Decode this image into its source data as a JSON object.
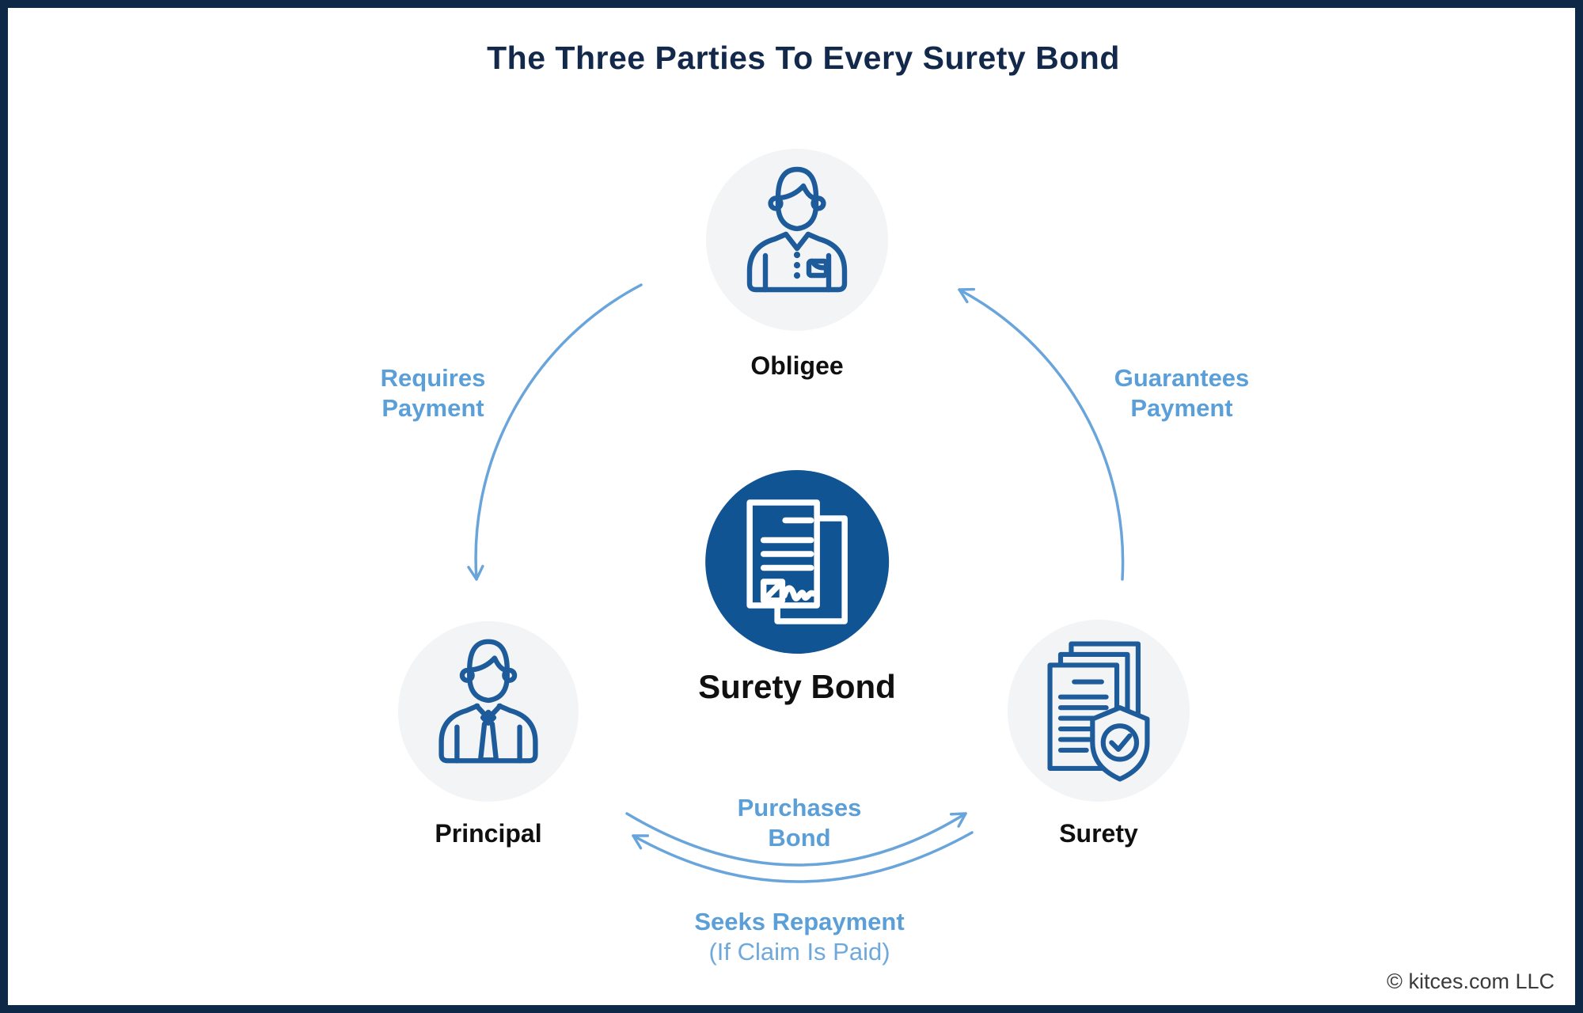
{
  "title": "The Three Parties To Every Surety Bond",
  "nodes": {
    "obligee": {
      "label": "Obligee",
      "icon": "person-collared-shirt-icon"
    },
    "principal": {
      "label": "Principal",
      "icon": "person-necktie-icon"
    },
    "surety": {
      "label": "Surety",
      "icon": "documents-shield-check-icon"
    },
    "surety_bond": {
      "label": "Surety Bond",
      "icon": "signed-document-icon"
    }
  },
  "relationships": {
    "requires_payment": {
      "lines": [
        "Requires",
        "Payment"
      ]
    },
    "guarantees_payment": {
      "lines": [
        "Guarantees",
        "Payment"
      ]
    },
    "purchases_bond": {
      "lines": [
        "Purchases",
        "Bond"
      ]
    },
    "seeks_repayment": {
      "line1": "Seeks Repayment",
      "line2": "(If Claim Is Paid)"
    }
  },
  "footer": {
    "copyright": "© kitces.com LLC"
  },
  "colors": {
    "frame_navy": "#0e2947",
    "title_navy": "#13294b",
    "accent_blue": "#5b9fd9",
    "arrow_blue": "#69a5db",
    "icon_blue": "#1d5b9b",
    "center_circle_blue": "#115494",
    "party_circle_bg": "#f2f4f6",
    "label_black": "#101010"
  }
}
